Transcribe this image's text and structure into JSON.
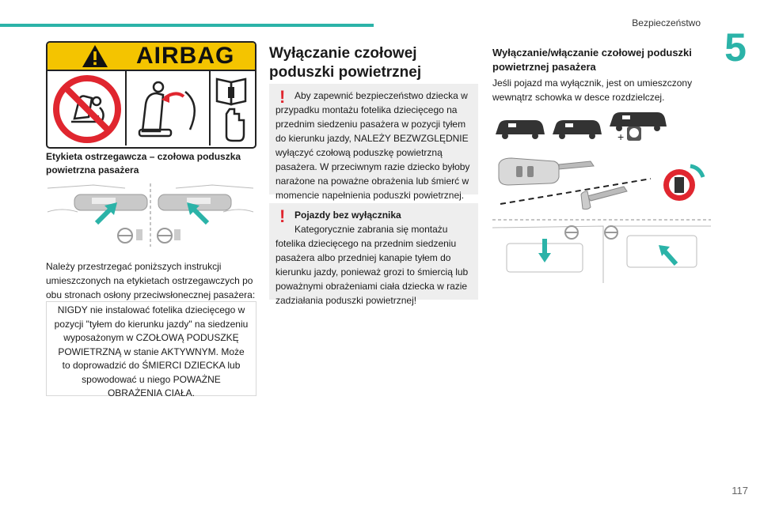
{
  "header": {
    "section_title": "Bezpieczeństwo",
    "chapter_number": "5",
    "accent_color": "#2bb3a8"
  },
  "airbag_label": {
    "title": "AIRBAG",
    "header_color": "#f4c400",
    "prohibition_color": "#e0262f"
  },
  "column1": {
    "label_caption": "Etykieta ostrzegawcza – czołowa poduszka powietrzna pasażera",
    "instructions": "Należy przestrzegać poniższych instrukcji umieszczonych na etykietach ostrzegawczych po obu stronach osłony przeciwsłonecznej pasażera:",
    "warning": "NIGDY nie instalować fotelika dziecięcego w pozycji \"tyłem do kierunku jazdy\" na siedzeniu wyposażonym w CZOŁOWĄ PODUSZKĘ POWIETRZNĄ w stanie AKTYWNYM. Może to doprowadzić do ŚMIERCI DZIECKA lub spowodować u niego POWAŻNE OBRAŻENIA CIAŁA."
  },
  "column2": {
    "heading": "Wyłączanie czołowej poduszki powietrznej pasażera",
    "note1": "Aby zapewnić bezpieczeństwo dziecka w przypadku montażu fotelika dziecięcego na przednim siedzeniu pasażera w pozycji tyłem do kierunku jazdy, NALEŻY BEZWZGLĘDNIE wyłączyć czołową poduszkę powietrzną pasażera. W przeciwnym razie dziecko byłoby narażone na poważne obrażenia lub śmierć w momencie napełnienia poduszki powietrznej.",
    "note2_title": "Pojazdy bez wyłącznika",
    "note2": "Kategorycznie zabrania się montażu fotelika dziecięcego na przednim siedzeniu pasażera albo przedniej kanapie tyłem do kierunku jazdy, ponieważ grozi to śmiercią lub poważnymi obrażeniami ciała dziecka w razie zadziałania poduszki powietrznej!",
    "alert_color": "#e0262f"
  },
  "column3": {
    "heading": "Wyłączanie/włączanie czołowej poduszki powietrznej pasażera",
    "text": "Jeśli pojazd ma wyłącznik, jest on umieszczony wewnątrz schowka w desce rozdzielczej.",
    "plus_sign": "+"
  },
  "footer": {
    "page_number": "117"
  }
}
